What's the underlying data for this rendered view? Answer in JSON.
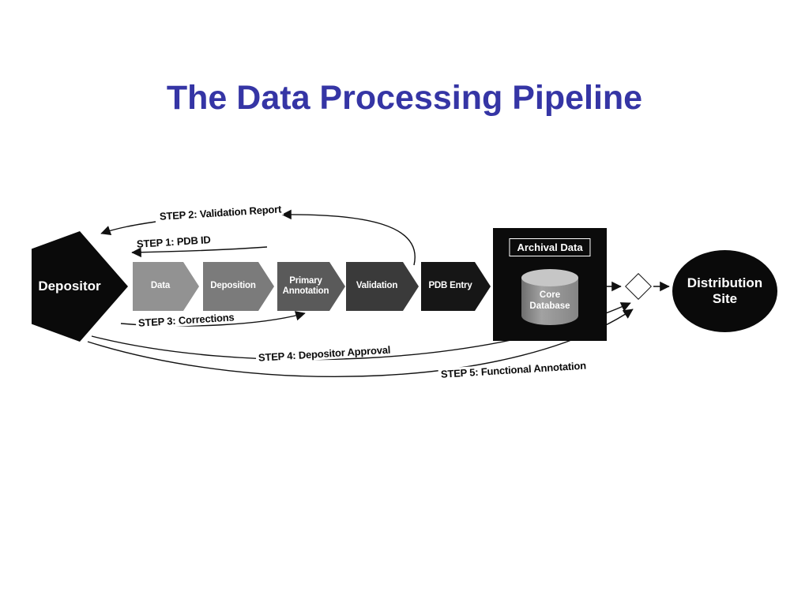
{
  "title": "The Data Processing Pipeline",
  "colors": {
    "title_blue": "#3535a5",
    "arrow_black": "#111111",
    "slide_background": "#ffffff"
  },
  "diagram": {
    "depositor": {
      "label": "Depositor",
      "color": "#0a0a0a"
    },
    "stages": [
      {
        "label": "Data",
        "color": "#929292"
      },
      {
        "label": "Deposition",
        "color": "#7b7b7b"
      },
      {
        "label": "Primary Annotation",
        "color": "#5a5a5a"
      },
      {
        "label": "Validation",
        "color": "#3a3a3a"
      },
      {
        "label": "PDB Entry",
        "color": "#161616"
      }
    ],
    "archive": {
      "title": "Archival Data",
      "database": "Core Database"
    },
    "distribution": {
      "label": "Distribution Site",
      "color": "#0a0a0a"
    },
    "steps": [
      {
        "label": "STEP 1: PDB ID"
      },
      {
        "label": "STEP 2: Validation Report"
      },
      {
        "label": "STEP 3: Corrections"
      },
      {
        "label": "STEP 4: Depositor Approval"
      },
      {
        "label": "STEP 5: Functional Annotation"
      }
    ]
  }
}
